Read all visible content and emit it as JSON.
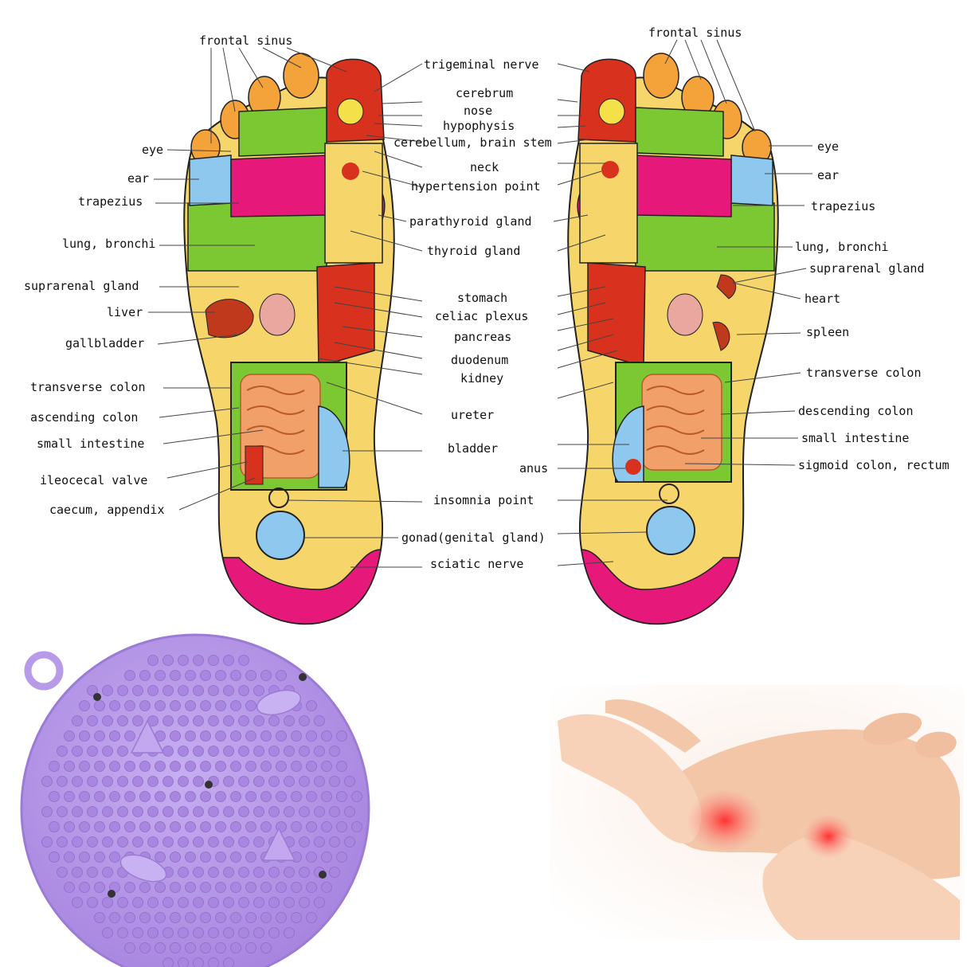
{
  "labels": {
    "left_foot": [
      "frontal sinus",
      "eye",
      "ear",
      "trapezius",
      "lung, bronchi",
      "suprarenal gland",
      "liver",
      "gallbladder",
      "transverse colon",
      "ascending colon",
      "small intestine",
      "ileocecal valve",
      "caecum, appendix"
    ],
    "center": [
      "trigeminal nerve",
      "cerebrum",
      "nose",
      "hypophysis",
      "cerebellum, brain stem",
      "neck",
      "hypertension point",
      "parathyroid gland",
      "thyroid gland",
      "stomach",
      "celiac plexus",
      "pancreas",
      "duodenum",
      "kidney",
      "ureter",
      "bladder",
      "anus",
      "insomnia point",
      "gonad(genital gland)",
      "sciatic nerve"
    ],
    "right_foot": [
      "frontal sinus",
      "eye",
      "ear",
      "trapezius",
      "lung, bronchi",
      "suprarenal gland",
      "heart",
      "spleen",
      "transverse colon",
      "descending colon",
      "small intestine",
      "sigmoid colon, rectum"
    ]
  },
  "colors": {
    "foot_base": "#f6d66a",
    "toe": "#f4a23a",
    "green_zone": "#7cc832",
    "magenta_zone": "#e6197a",
    "blue_zone": "#8fc8ef",
    "red_zone": "#d8321e",
    "mat_purple": "#b89be8",
    "mat_nub": "#a07fd8",
    "skin": "#f5cdb0",
    "glow": "#ff3b3b"
  },
  "icons": {
    "mat": "massage-mat-illustration",
    "hands": "foot-massage-photo"
  }
}
